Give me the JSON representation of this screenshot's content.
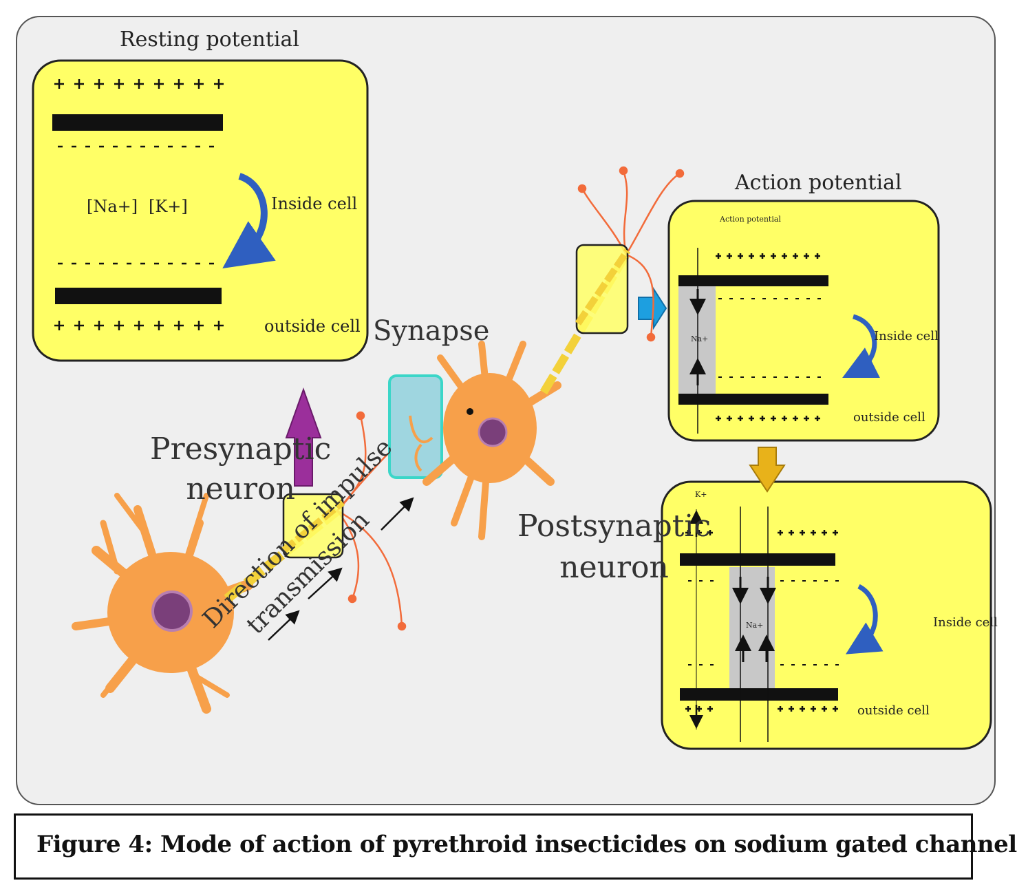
{
  "resting_panel": {
    "title": "Resting potential",
    "na_label": "[Na+]",
    "k_label": "[K+]",
    "inside_label": "Inside cell",
    "outside_label": "outside cell"
  },
  "action_panel": {
    "title": "Action potential",
    "subtitle": "Action potential",
    "inside_label": "Inside cell",
    "outside_label": "outside cell",
    "channel_label": "Na+"
  },
  "lower_panel": {
    "inside_label": "Inside cell",
    "outside_label": "outside cell",
    "channel_label": "Na+",
    "corner_label": "K+"
  },
  "labels": {
    "synapse": "Synapse",
    "presynaptic_line1": "Presynaptic",
    "presynaptic_line2": "neuron",
    "postsynaptic_line1": "Postsynaptic",
    "postsynaptic_line2": "neuron",
    "direction_line1": "Direction of impulse",
    "direction_line2": "transmission"
  },
  "caption": "Figure 4: Mode of action of pyrethroid insecticides on sodium gated channel",
  "colors": {
    "background": "#efefef",
    "panel_yellow": "#ffff66",
    "neuron_orange": "#f7a04a",
    "nucleus_purple": "#7a3f7a",
    "synapse_box": "#9fd6e0",
    "arrow_purple": "#9b2f9b",
    "arrow_blue": "#1d9fe0",
    "arrow_gold": "#e8b21a",
    "curved_arrow_blue": "#2f5fc0"
  }
}
